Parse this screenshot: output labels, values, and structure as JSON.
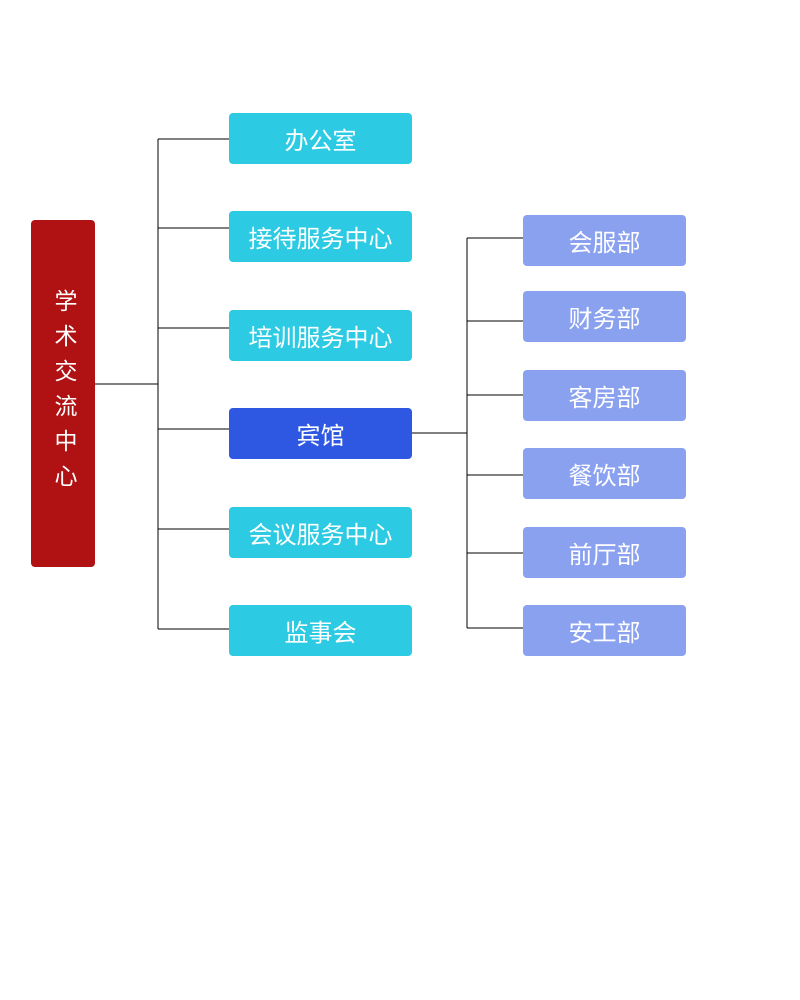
{
  "root": {
    "label": "学术交流中心"
  },
  "departments": [
    {
      "label": "办公室"
    },
    {
      "label": "接待服务中心"
    },
    {
      "label": "培训服务中心"
    },
    {
      "label": "宾馆"
    },
    {
      "label": "会议服务中心"
    },
    {
      "label": "监事会"
    }
  ],
  "hotel_departments": [
    {
      "label": "会服部"
    },
    {
      "label": "财务部"
    },
    {
      "label": "客房部"
    },
    {
      "label": "餐饮部"
    },
    {
      "label": "前厅部"
    },
    {
      "label": "安工部"
    }
  ],
  "colors": {
    "root": "#b01113",
    "department": "#2ccbe3",
    "department_selected": "#2e58e2",
    "hotel_department": "#8aa1f0",
    "connector": "#000000"
  }
}
